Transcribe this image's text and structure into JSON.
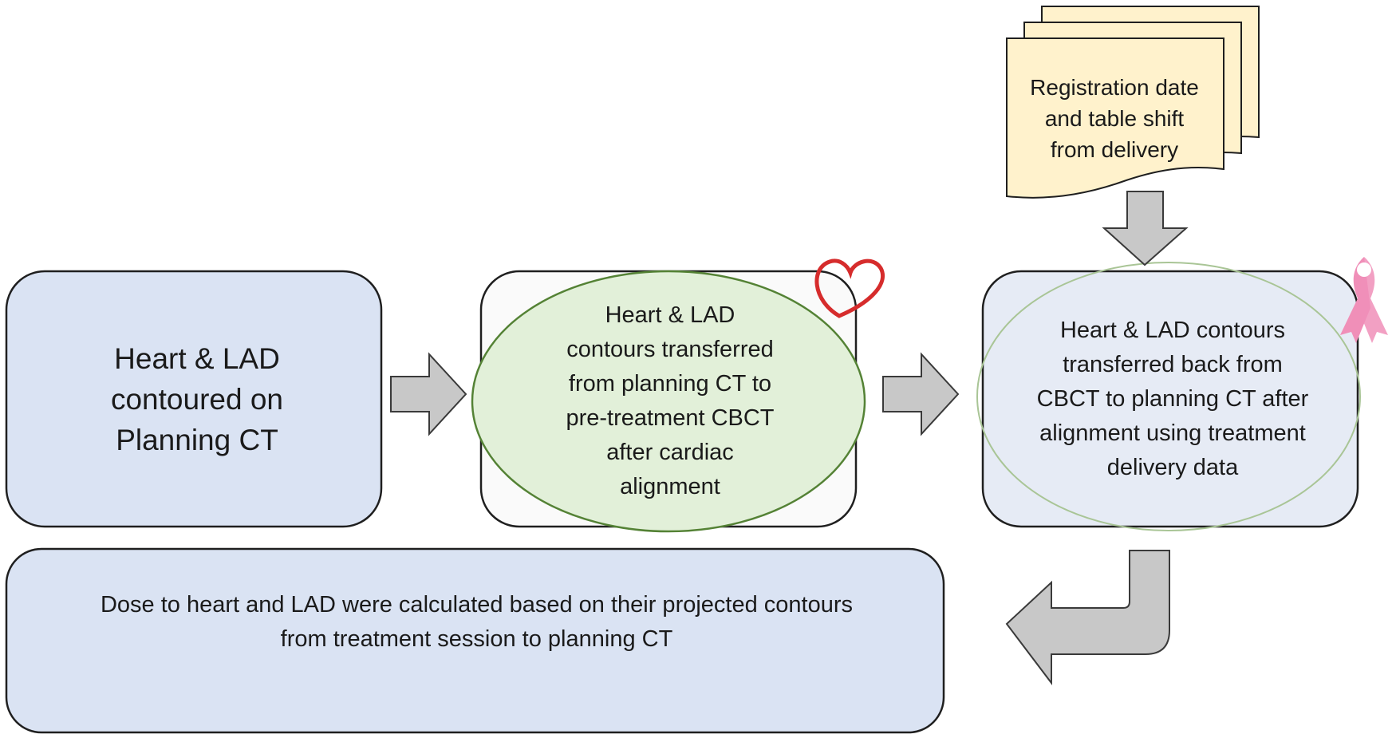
{
  "boxes": {
    "planning": {
      "lines": [
        "Heart & LAD",
        "contoured on",
        "Planning CT"
      ],
      "fill": "#dae3f3"
    },
    "transfer": {
      "lines": [
        "Heart & LAD",
        "contours transferred",
        "from planning CT to",
        "pre-treatment CBCT",
        "after cardiac",
        "alignment"
      ],
      "fill": "#fafafa",
      "ellipse_fill": "#e2f0d9",
      "ellipse_stroke": "#548235"
    },
    "back": {
      "lines": [
        "Heart & LAD contours",
        "transferred back from",
        "CBCT to planning CT after",
        "alignment using treatment",
        "delivery data"
      ],
      "fill": "#e6ebf5",
      "ellipse_stroke": "#a9c596"
    },
    "dose": {
      "lines": [
        "Dose to heart and LAD were calculated based on their projected contours",
        "from treatment session to planning CT"
      ],
      "fill": "#dae3f3"
    },
    "registration": {
      "lines": [
        "Registration date",
        "and table shift",
        "from delivery"
      ],
      "fill": "#fff2cc"
    }
  },
  "icons": {
    "heart": "heart-icon",
    "ribbon": "pink-ribbon-icon"
  },
  "colors": {
    "outline": "#1f1f1f",
    "arrow_fill": "#c8c8c8",
    "arrow_stroke": "#3a3a3a",
    "heart": "#d62c2c",
    "ribbon": "#f08fb8"
  }
}
